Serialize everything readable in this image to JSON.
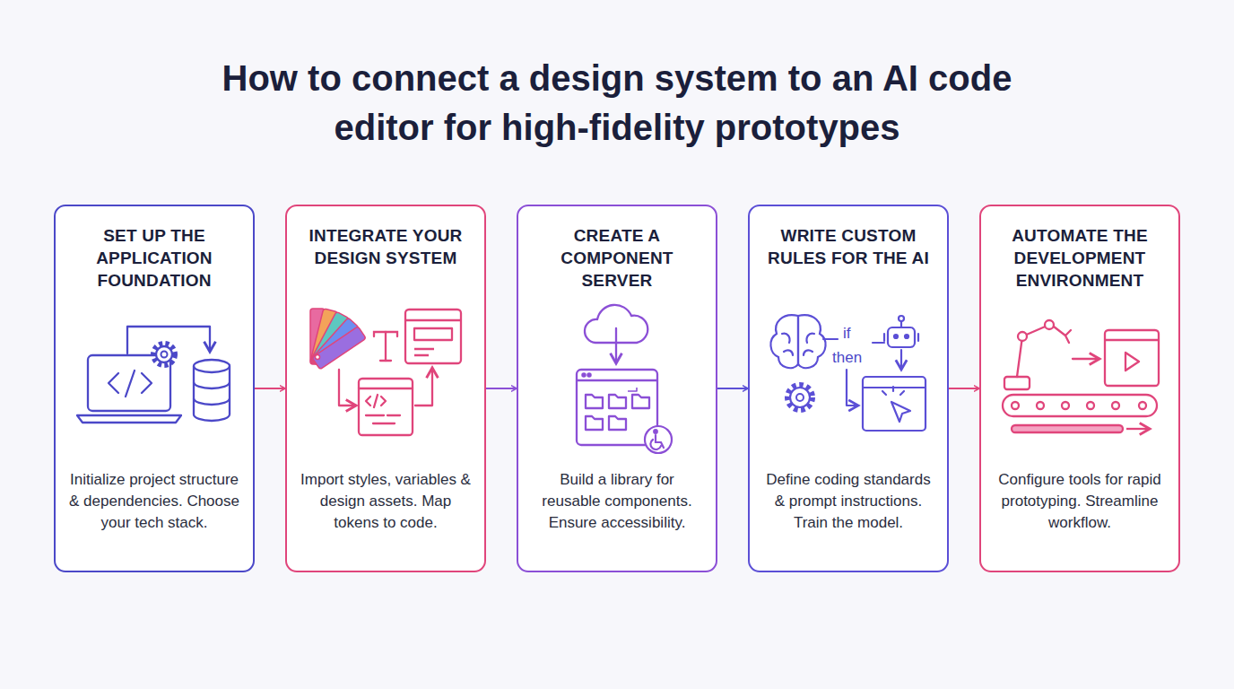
{
  "diagram": {
    "title": "How to connect a design system to an AI code editor for high-fidelity prototypes",
    "nodes": [
      {
        "text": [
          "SET UP THE APPLICATION FOUNDATION",
          "Initialize project structure & dependencies. Choose your tech stack."
        ]
      },
      {
        "text": [
          "INTEGRATE YOUR DESIGN SYSTEM",
          "Import styles, variables & design assets. Map tokens to code."
        ]
      },
      {
        "text": [
          "CREATE A COMPONENT SERVER",
          "Build a library for reusable components. Ensure accessibility."
        ]
      },
      {
        "text": [
          "WRITE CUSTOM RULES FOR THE AI",
          "Define coding standards & prompt instructions. Train the model."
        ]
      },
      {
        "text": [
          "AUTOMATE THE DEVELOPMENT ENVIRONMENT",
          "Configure tools for rapid prototyping. Streamline workflow."
        ]
      }
    ],
    "edges": [
      {
        "from": 0,
        "to": 1,
        "arrow": "to"
      },
      {
        "from": 1,
        "to": 2,
        "arrow": "to"
      },
      {
        "from": 2,
        "to": 3,
        "arrow": "to"
      },
      {
        "from": 3,
        "to": 4,
        "arrow": "to"
      }
    ],
    "labels": [
      "if",
      "then"
    ]
  }
}
